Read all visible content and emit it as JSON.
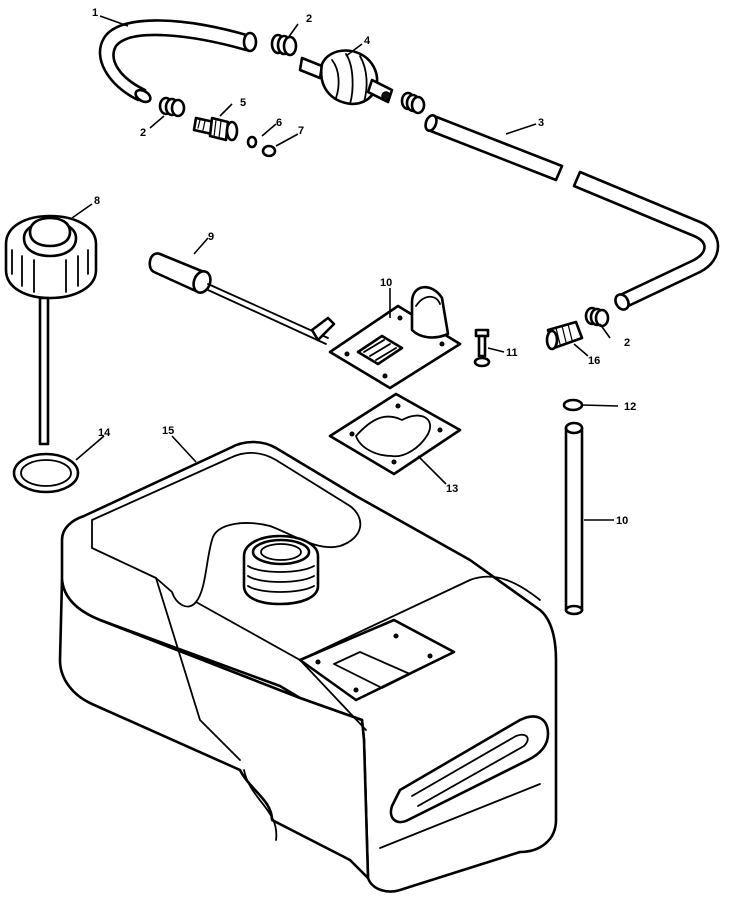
{
  "diagram": {
    "callouts": [
      {
        "id": "c1",
        "text": "1"
      },
      {
        "id": "c2a",
        "text": "2"
      },
      {
        "id": "c2b",
        "text": "2"
      },
      {
        "id": "c2c",
        "text": "2"
      },
      {
        "id": "c3",
        "text": "3"
      },
      {
        "id": "c4",
        "text": "4"
      },
      {
        "id": "c5",
        "text": "5"
      },
      {
        "id": "c6",
        "text": "6"
      },
      {
        "id": "c7",
        "text": "7"
      },
      {
        "id": "c8",
        "text": "8"
      },
      {
        "id": "c9",
        "text": "9"
      },
      {
        "id": "c10a",
        "text": "10"
      },
      {
        "id": "c10b",
        "text": "10"
      },
      {
        "id": "c11",
        "text": "11"
      },
      {
        "id": "c12",
        "text": "12"
      },
      {
        "id": "c13",
        "text": "13"
      },
      {
        "id": "c14",
        "text": "14"
      },
      {
        "id": "c15",
        "text": "15"
      },
      {
        "id": "c16",
        "text": "16"
      }
    ]
  }
}
